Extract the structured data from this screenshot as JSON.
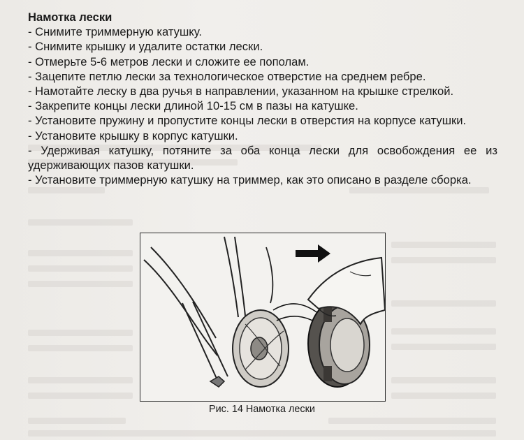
{
  "section": {
    "title": "Намотка лески",
    "steps": [
      "- Снимите триммерную катушку.",
      "- Снимите крышку и удалите остатки лески.",
      "- Отмерьте 5-6 метров лески и сложите ее пополам.",
      "- Зацепите петлю лески за технологическое отверстие на среднем ребре.",
      "- Намотайте леску в два ручья в направлении, указанном на крышке стрелкой.",
      "- Закрепите концы лески длиной 10-15 см в пазы на катушке.",
      "- Установите пружину и пропустите концы лески в отверстия на корпусе катушки.",
      "- Установите крышку в корпус катушки.",
      "- Удерживая катушку, потяните за оба конца лески для освобождения ее из удерживающих пазов катушки.",
      "- Установите триммерную катушку на триммер, как это описано в разделе сборка."
    ]
  },
  "figure": {
    "caption": "Рис. 14 Намотка лески",
    "arrow_icon": "right-arrow-icon"
  }
}
